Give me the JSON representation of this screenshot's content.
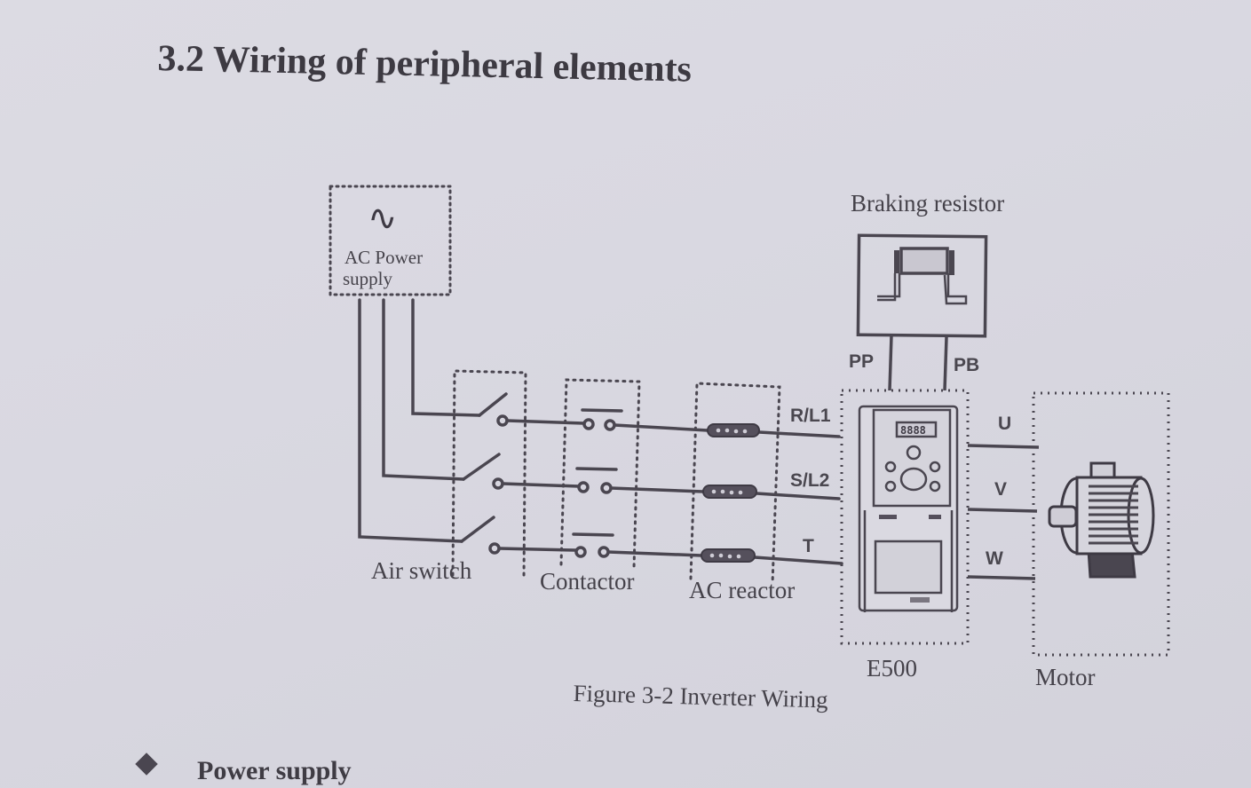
{
  "page": {
    "heading": "3.2 Wiring of peripheral elements",
    "bullet_item": "Power supply",
    "bullet_icon": "diamond-bullet-icon"
  },
  "figure": {
    "caption": "Figure 3-2 Inverter Wiring",
    "components": {
      "ac_power": {
        "symbol": "∿",
        "label_line1": "AC Power",
        "label_line2": "supply"
      },
      "air_switch": {
        "label": "Air switch"
      },
      "contactor": {
        "label": "Contactor"
      },
      "ac_reactor": {
        "label": "AC reactor"
      },
      "braking_resistor": {
        "label": "Braking resistor"
      },
      "inverter": {
        "label": "E500",
        "display": "8888"
      },
      "motor": {
        "label": "Motor"
      }
    },
    "terminals": {
      "input": [
        "R/L1",
        "S/L2",
        "T"
      ],
      "braking": [
        "PP",
        "PB"
      ],
      "output": [
        "U",
        "V",
        "W"
      ]
    }
  }
}
